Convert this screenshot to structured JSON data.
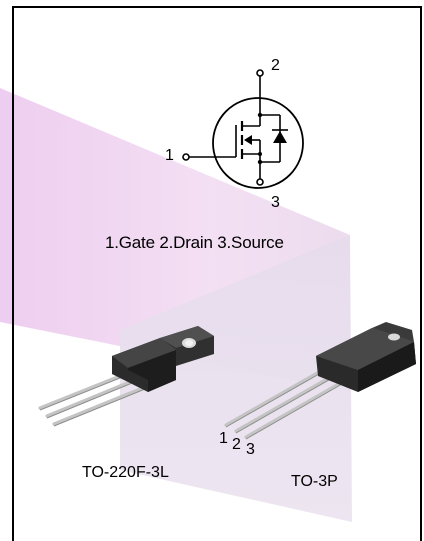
{
  "pins": {
    "pin1": "1",
    "pin2": "2",
    "pin3": "3",
    "legend": "1.Gate  2.Drain  3.Source"
  },
  "packages": [
    {
      "name": "TO-220F-3L"
    },
    {
      "name": "TO-3P",
      "lead_labels": [
        "1",
        "2",
        "3"
      ]
    }
  ],
  "colors": {
    "light_beam": "#f0d4f0",
    "package_body": "#2a2a2a",
    "leads": "#c8c8c8"
  }
}
